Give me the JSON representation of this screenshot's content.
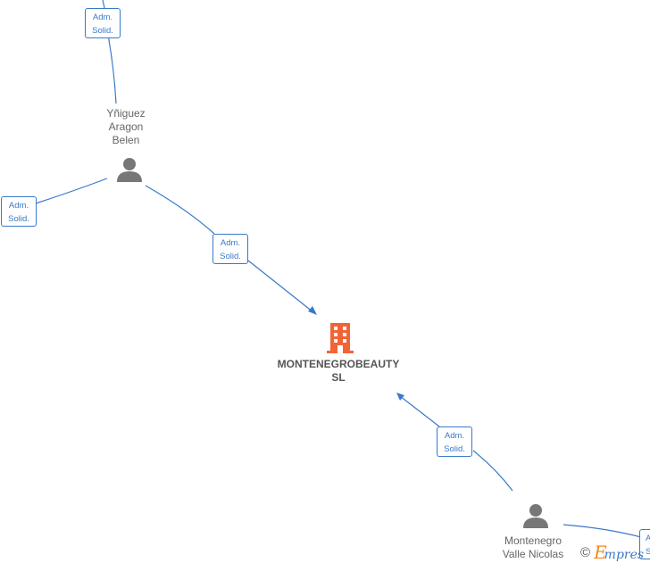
{
  "nodes": {
    "person_1": {
      "name_lines": [
        "Yñiguez",
        "Aragon",
        "Belen"
      ]
    },
    "person_2": {
      "name_lines": [
        "Montenegro",
        "Valle Nicolas"
      ]
    },
    "company": {
      "name_lines": [
        "MONTENEGROBEAUTY",
        "SL"
      ]
    }
  },
  "edge_labels": [
    {
      "line1": "Adm.",
      "line2": "Solid."
    },
    {
      "line1": "Adm.",
      "line2": "Solid."
    },
    {
      "line1": "Adm.",
      "line2": "Solid."
    },
    {
      "line1": "Adm.",
      "line2": "Solid."
    },
    {
      "line1": "A",
      "line2": "S"
    }
  ],
  "footer": {
    "copyright_symbol": "©",
    "brand_initial": "E",
    "brand_rest": "mpres"
  },
  "colors": {
    "edge": "#3a78c9",
    "person_icon": "#777777",
    "company_icon": "#f26436",
    "brand_orange": "#f08a1c"
  },
  "icons": {
    "person": "person-icon",
    "company": "building-icon",
    "copyright": "copyright-icon"
  }
}
